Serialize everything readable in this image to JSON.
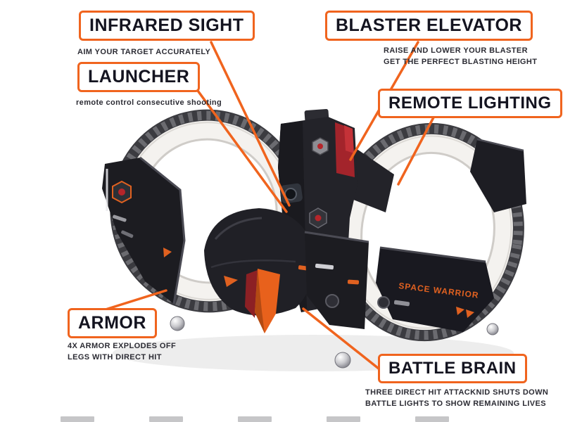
{
  "colors": {
    "accent": "#f0641e",
    "label_text": "#141420",
    "desc_text": "#2c2c34",
    "background": "#ffffff"
  },
  "callouts": {
    "infrared_sight": {
      "label": "INFRARED SIGHT",
      "desc1": "AIM YOUR TARGET ACCURATELY"
    },
    "launcher": {
      "label": "LAUNCHER",
      "desc1": "remote control consecutive shooting"
    },
    "blaster_elevator": {
      "label": "BLASTER ELEVATOR",
      "desc1": "RAISE AND LOWER YOUR BLASTER",
      "desc2": "GET THE PERFECT BLASTING HEIGHT"
    },
    "remote_lighting": {
      "label": "REMOTE LIGHTING"
    },
    "armor": {
      "label": "ARMOR",
      "desc1": "4X ARMOR EXPLODES OFF",
      "desc2": "LEGS WITH DIRECT HIT"
    },
    "battle_brain": {
      "label": "BATTLE BRAIN",
      "desc1": "THREE DIRECT HIT ATTACKNID SHUTS DOWN",
      "desc2": "BATTLE LIGHTS TO SHOW REMAINING LIVES"
    }
  },
  "product": {
    "plate_text": "SPACE WARRIOR"
  }
}
